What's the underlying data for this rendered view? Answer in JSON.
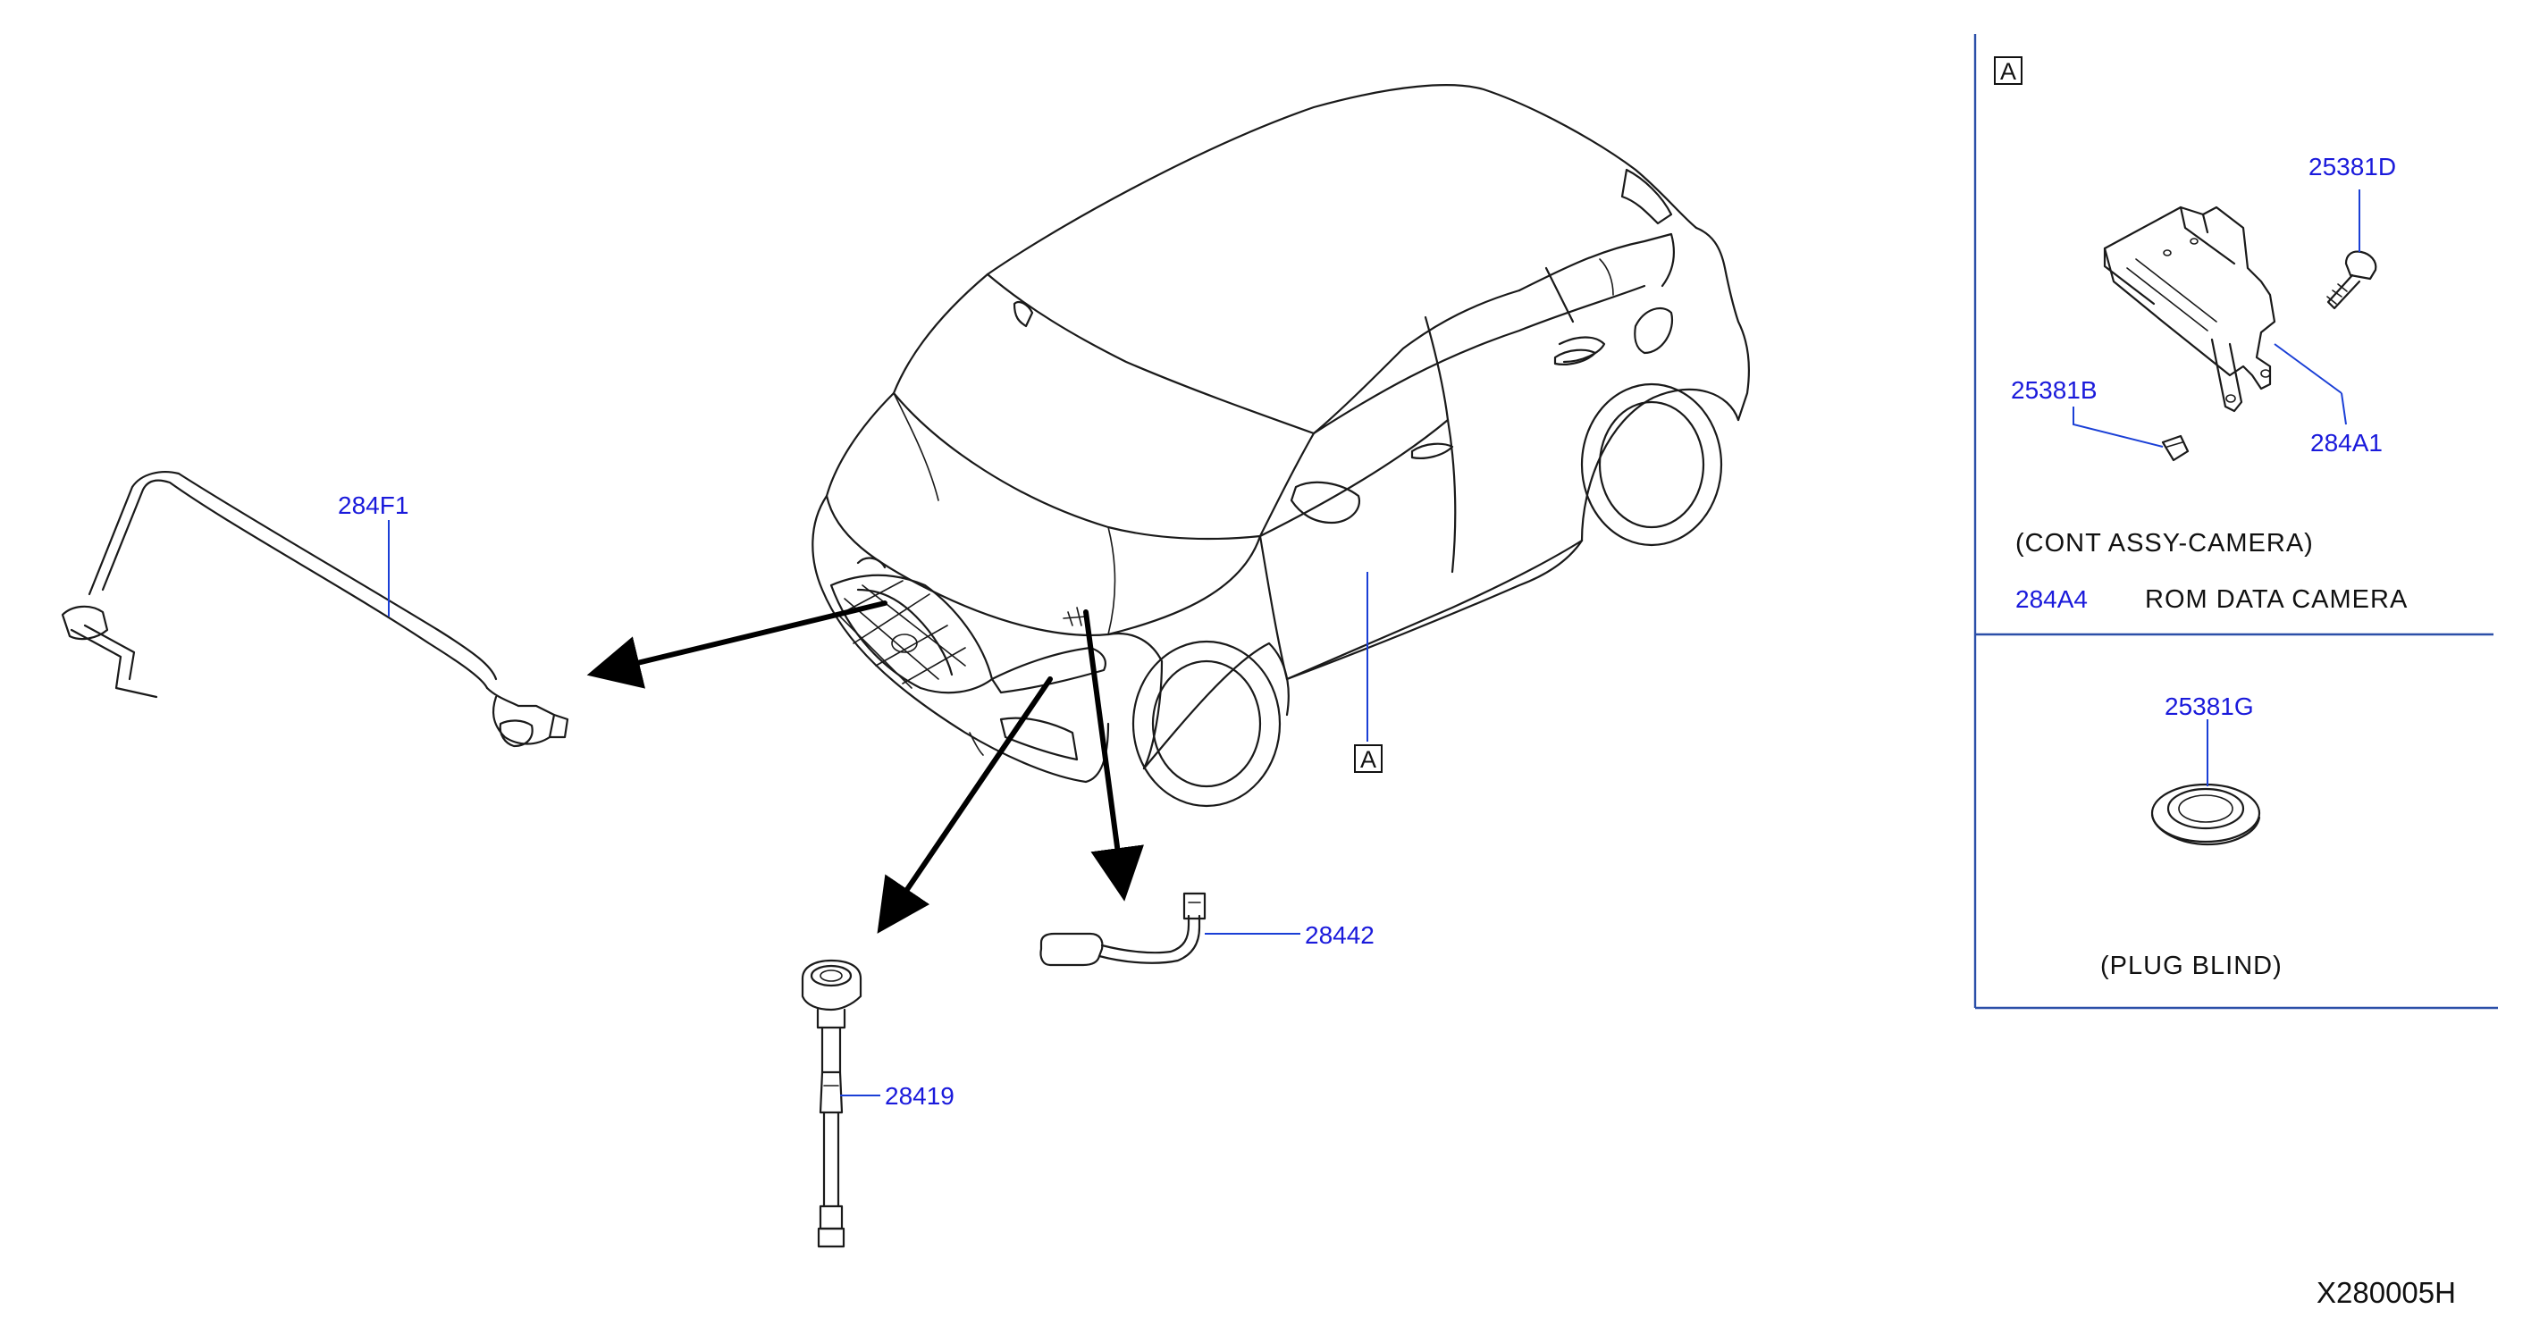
{
  "diagram_code": "X280005H",
  "view_ref": "A",
  "parts": {
    "p284F1": "284F1",
    "p28442": "28442",
    "p28419": "28419",
    "p25381D": "25381D",
    "p25381B": "25381B",
    "p284A1": "284A1",
    "p284A4": "284A4",
    "p25381G": "25381G"
  },
  "notes": {
    "cont_assy_camera": "(CONT   ASSY-CAMERA)",
    "rom_data_camera": "ROM   DATA   CAMERA",
    "plug_blind": "(PLUG   BLIND)"
  },
  "colors": {
    "label_blue": "#1a1adb",
    "line_black": "#1a1a1a",
    "panel_border": "#2b4fa8"
  }
}
